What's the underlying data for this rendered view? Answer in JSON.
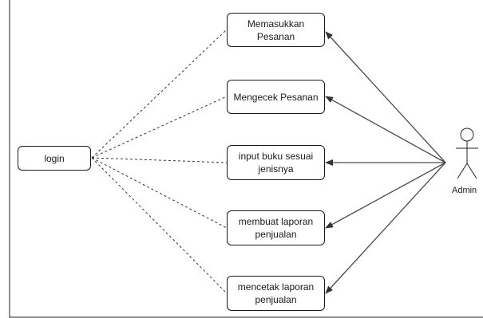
{
  "diagram": {
    "login_label": "login",
    "use_cases": [
      "Memasukkan Pesanan",
      "Mengecek Pesanan",
      "input buku sesuai jenisnya",
      "membuat laporan penjualan",
      "mencetak laporan penjualan"
    ],
    "actor_label": "Admin",
    "line_color": "#4a4a4a",
    "border_color": "#1a1a1a"
  }
}
